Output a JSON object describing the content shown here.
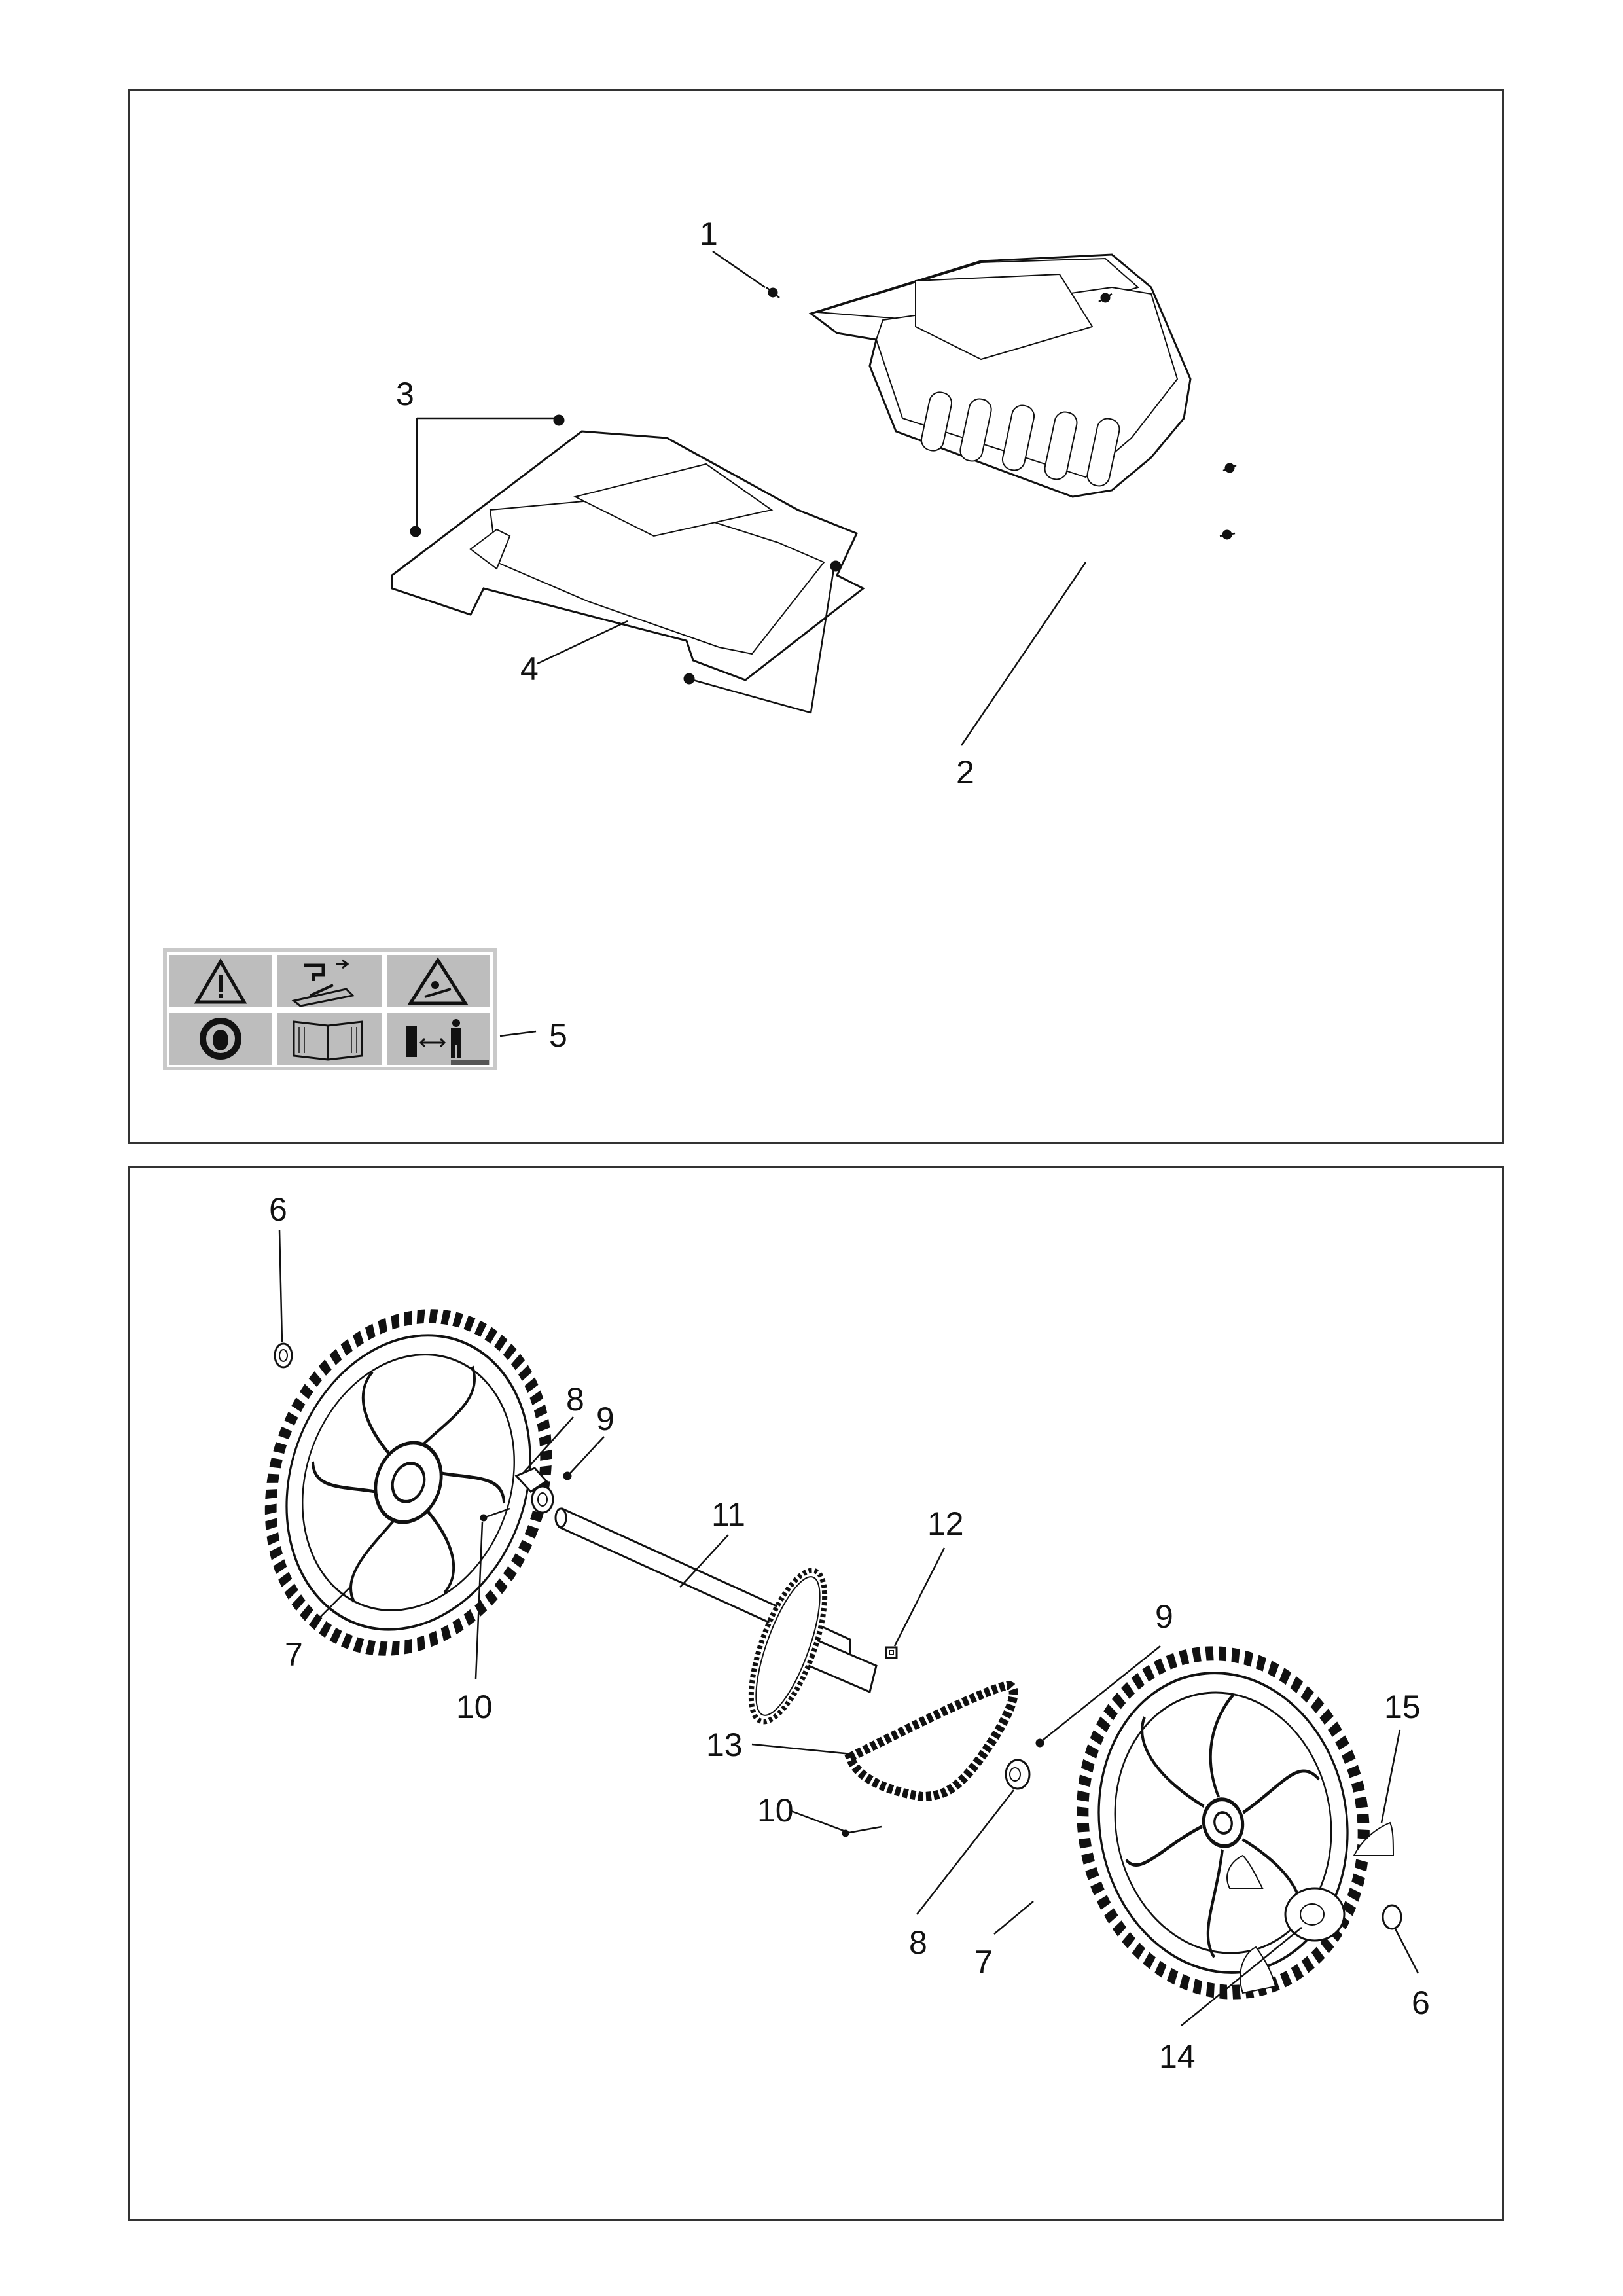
{
  "top_panel": {
    "callouts": [
      {
        "id": "c1",
        "text": "1"
      },
      {
        "id": "c2",
        "text": "2"
      },
      {
        "id": "c3",
        "text": "3"
      },
      {
        "id": "c4",
        "text": "4"
      },
      {
        "id": "c5",
        "text": "5"
      }
    ]
  },
  "bottom_panel": {
    "callouts": [
      {
        "id": "c6a",
        "text": "6"
      },
      {
        "id": "c7a",
        "text": "7"
      },
      {
        "id": "c8a",
        "text": "8"
      },
      {
        "id": "c9a",
        "text": "9"
      },
      {
        "id": "c10a",
        "text": "10"
      },
      {
        "id": "c11",
        "text": "11"
      },
      {
        "id": "c12",
        "text": "12"
      },
      {
        "id": "c9b",
        "text": "9"
      },
      {
        "id": "c13",
        "text": "13"
      },
      {
        "id": "c10b",
        "text": "10"
      },
      {
        "id": "c15",
        "text": "15"
      },
      {
        "id": "c8b",
        "text": "8"
      },
      {
        "id": "c7b",
        "text": "7"
      },
      {
        "id": "c6b",
        "text": "6"
      },
      {
        "id": "c14",
        "text": "14"
      }
    ]
  },
  "warning_label": {
    "icons": [
      "warning-triangle-icon",
      "cutting-hazard-icon",
      "thrown-object-icon",
      "ear-protection-icon",
      "manual-book-icon",
      "keep-distance-icon"
    ]
  },
  "colors": {
    "line": "#111111",
    "label_grey": "#bdbdbd",
    "border": "#333333"
  }
}
